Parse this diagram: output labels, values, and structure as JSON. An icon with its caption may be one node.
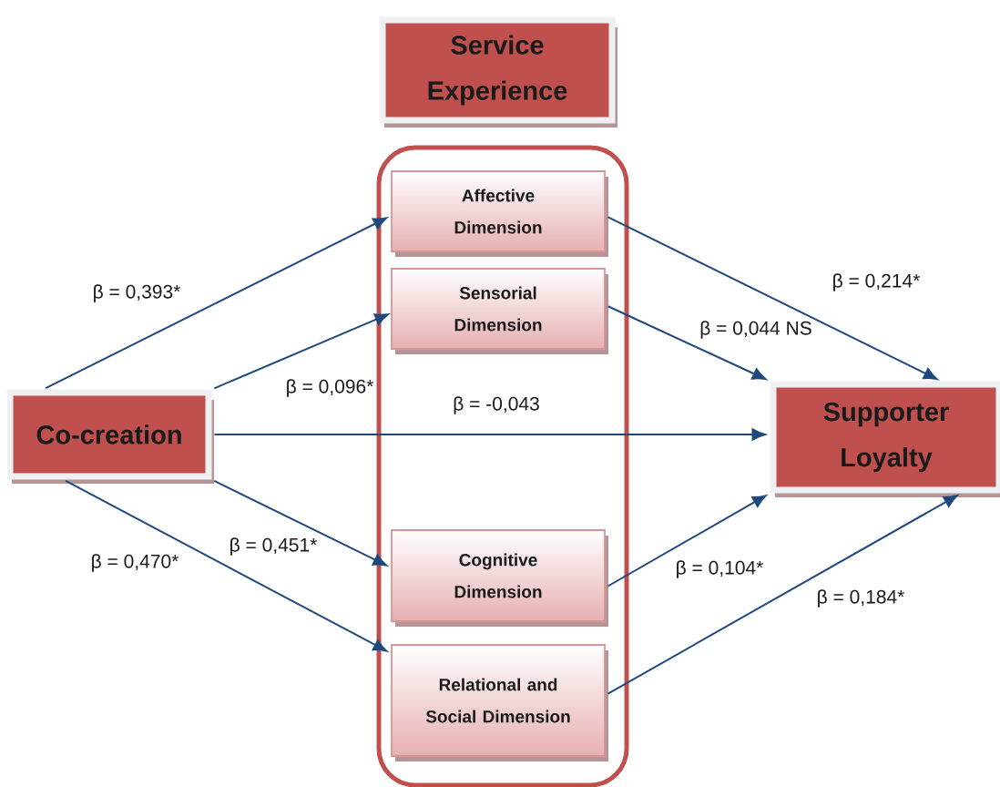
{
  "diagram": {
    "nodes": [
      {
        "text": [
          "Service Experience"
        ]
      },
      {
        "text": [],
        "shape": "box"
      },
      {
        "text": [
          "Affective Dimension"
        ],
        "in": 1
      },
      {
        "text": [
          "Sensorial Dimension"
        ],
        "in": 1
      },
      {
        "text": [
          "Cognitive Dimension"
        ],
        "in": 1
      },
      {
        "text": [
          "Relational and Social Dimension"
        ],
        "in": 1
      },
      {
        "text": [
          "Co-creation"
        ]
      },
      {
        "text": [
          "Supporter Loyalty"
        ]
      }
    ],
    "edges": [
      {
        "from": 6,
        "to": 2,
        "arrow": "to",
        "label": "β = 0,393*"
      },
      {
        "from": 6,
        "to": 3,
        "arrow": "to",
        "label": "β = 0,096*"
      },
      {
        "from": 6,
        "to": 7,
        "arrow": "to",
        "label": "β = -0,043"
      },
      {
        "from": 6,
        "to": 4,
        "arrow": "to",
        "label": "β = 0,451*"
      },
      {
        "from": 6,
        "to": 5,
        "arrow": "to",
        "label": "β = 0,470*"
      },
      {
        "from": 2,
        "to": 7,
        "arrow": "to",
        "label": "β = 0,214*"
      },
      {
        "from": 3,
        "to": 7,
        "arrow": "to",
        "label": "β = 0,044 NS"
      },
      {
        "from": 4,
        "to": 7,
        "arrow": "to",
        "label": "β = 0,104*"
      },
      {
        "from": 5,
        "to": 7,
        "arrow": "to",
        "label": "β = 0,184*"
      }
    ]
  }
}
